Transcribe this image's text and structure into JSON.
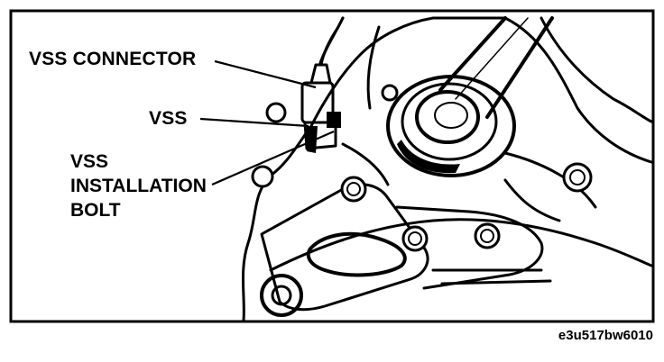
{
  "labels": {
    "vss_connector": "VSS CONNECTOR",
    "vss": "VSS",
    "installation_bolt": [
      "VSS",
      "INSTALLATION",
      "BOLT"
    ]
  },
  "figure_code": "e3u517bw6010"
}
